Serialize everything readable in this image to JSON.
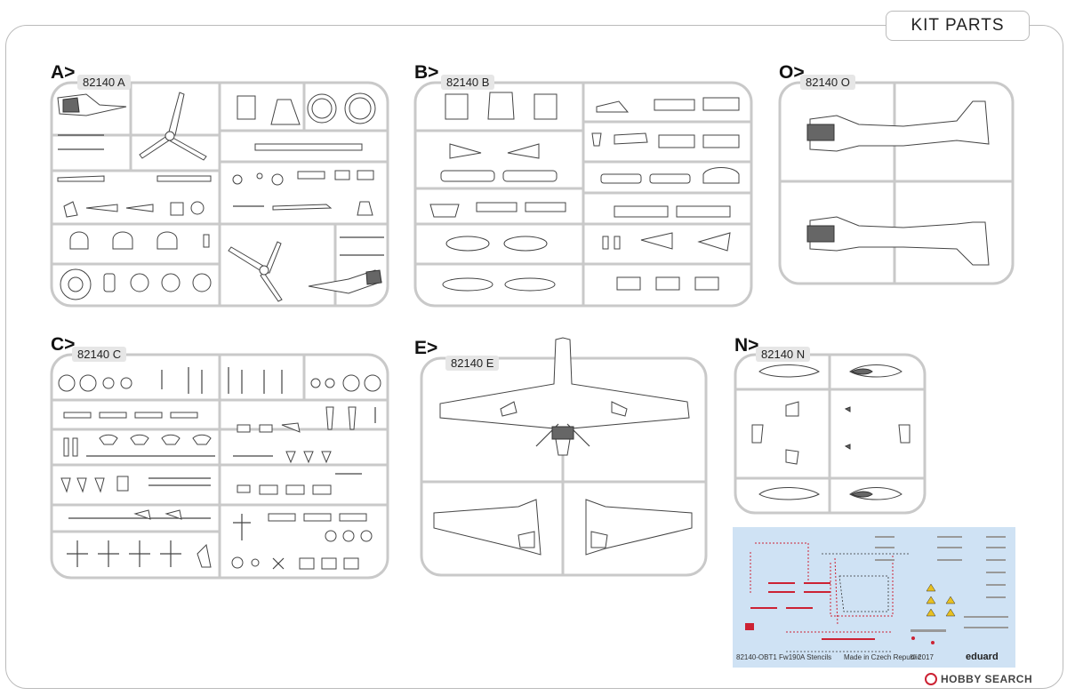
{
  "header": {
    "title": "KIT PARTS"
  },
  "sprues": [
    {
      "letter": "A>",
      "code": "82140 A"
    },
    {
      "letter": "B>",
      "code": "82140 B"
    },
    {
      "letter": "O>",
      "code": "82140 O"
    },
    {
      "letter": "C>",
      "code": "82140 C"
    },
    {
      "letter": "E>",
      "code": "82140 E"
    },
    {
      "letter": "N>",
      "code": "82140 N"
    }
  ],
  "decal_sheet": {
    "code": "82140-OBT1 Fw190A Stencils",
    "origin": "Made in Czech Republic",
    "copyright": "© 2017",
    "brand": "eduard"
  },
  "watermark": {
    "text": "HOBBY SEARCH"
  },
  "colors": {
    "sprue": "#c9c9c9",
    "decal_bg": "#cfe2f4",
    "part_line": "#444444"
  }
}
